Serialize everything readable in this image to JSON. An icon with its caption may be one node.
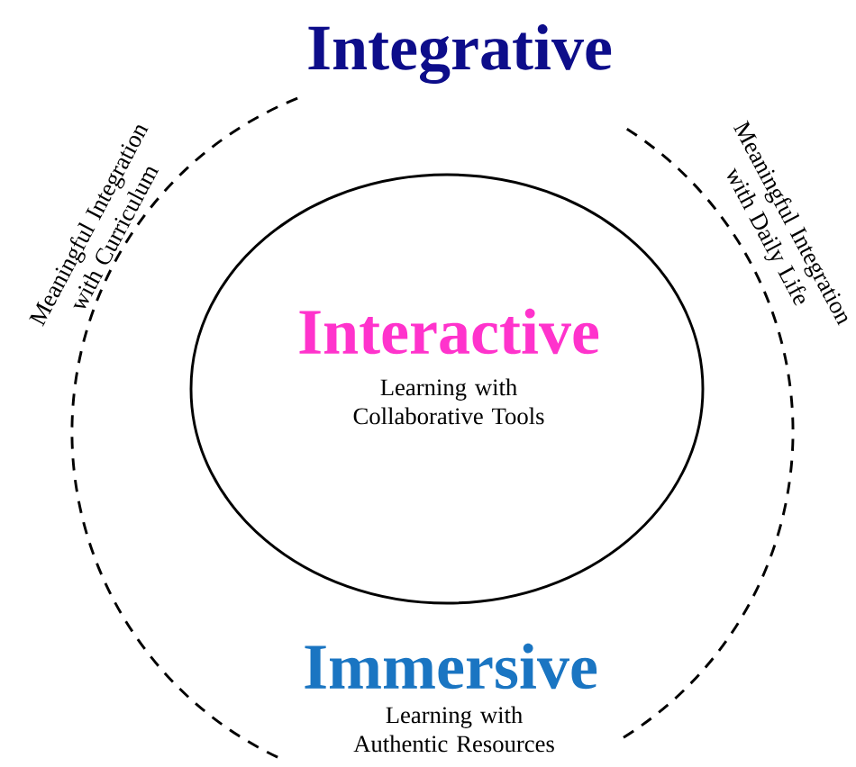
{
  "diagram": {
    "nodes": [
      {
        "text": [
          "Integrative",
          "Meaningful Integration with Curriculum",
          "Meaningful Integration with Daily Life",
          "Immersive",
          "Learning with Authentic Resources"
        ]
      },
      {
        "text": [
          "Interactive",
          "Learning with Collaborative Tools"
        ],
        "in": 0
      }
    ]
  }
}
